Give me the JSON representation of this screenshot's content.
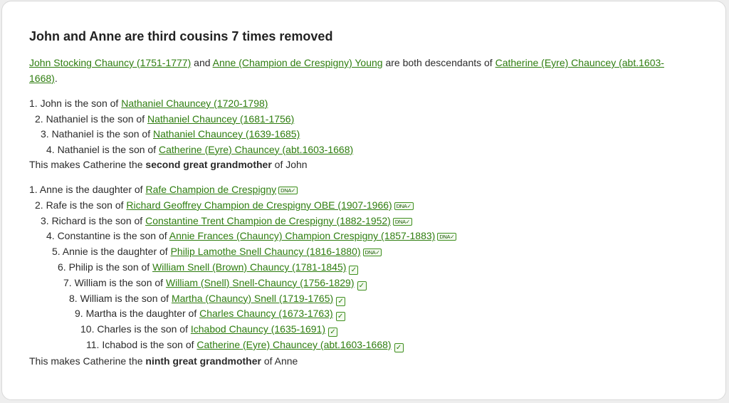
{
  "title": "John and Anne are third cousins 7 times removed",
  "intro": {
    "person1": "John Stocking Chauncy (1751-1777)",
    "and": " and ",
    "person2": "Anne (Champion de Crespigny) Young",
    "middle": " are both descendants of ",
    "ancestor": "Catherine (Eyre) Chauncey (abt.1603-1668)",
    "end": "."
  },
  "john_path": [
    {
      "text": "1. John is the son of ",
      "link": "Nathaniel Chauncey (1720-1798)"
    },
    {
      "text": "2. Nathaniel is the son of ",
      "link": "Nathaniel Chauncey (1681-1756)"
    },
    {
      "text": "3. Nathaniel is the son of ",
      "link": "Nathaniel Chauncey (1639-1685)"
    },
    {
      "text": "4. Nathaniel is the son of ",
      "link": "Catherine (Eyre) Chauncey (abt.1603-1668)"
    }
  ],
  "john_summary": {
    "pre": "This makes Catherine the ",
    "bold": "second great grandmother",
    "post": " of John"
  },
  "anne_path": [
    {
      "text": "1. Anne is the daughter of ",
      "link": "Rafe Champion de Crespigny",
      "badge": "DNA✓"
    },
    {
      "text": "2. Rafe is the son of ",
      "link": "Richard Geoffrey Champion de Crespigny OBE (1907-1966)",
      "badge": "DNA✓"
    },
    {
      "text": "3. Richard is the son of ",
      "link": "Constantine Trent Champion de Crespigny (1882-1952)",
      "badge": "DNA✓"
    },
    {
      "text": "4. Constantine is the son of ",
      "link": "Annie Frances (Chauncy) Champion Crespigny (1857-1883)",
      "badge": "DNA✓"
    },
    {
      "text": "5. Annie is the daughter of ",
      "link": "Philip Lamothe Snell Chauncy (1816-1880)",
      "badge": "DNA✓"
    },
    {
      "text": "6. Philip is the son of ",
      "link": "William Snell (Brown) Chauncy (1781-1845)",
      "badge": "✓"
    },
    {
      "text": "7. William is the son of ",
      "link": "William (Snell) Snell-Chauncy (1756-1829)",
      "badge": "✓"
    },
    {
      "text": "8. William is the son of ",
      "link": "Martha (Chauncy) Snell (1719-1765)",
      "badge": "✓"
    },
    {
      "text": "9. Martha is the daughter of ",
      "link": "Charles Chauncy (1673-1763)",
      "badge": "✓"
    },
    {
      "text": "10. Charles is the son of ",
      "link": "Ichabod Chauncy (1635-1691)",
      "badge": "✓"
    },
    {
      "text": "11. Ichabod is the son of ",
      "link": "Catherine (Eyre) Chauncey (abt.1603-1668)",
      "badge": "✓"
    }
  ],
  "anne_summary": {
    "pre": "This makes Catherine the ",
    "bold": "ninth great grandmother",
    "post": " of Anne"
  },
  "colors": {
    "link": "#2e7d0f",
    "badge_border": "#3f8f1f",
    "text": "#2b2b2b"
  }
}
